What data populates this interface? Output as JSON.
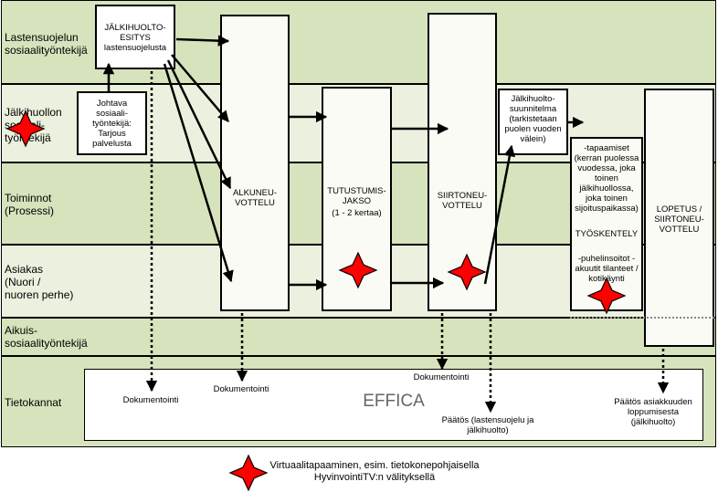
{
  "lanes": [
    {
      "label": "Lastensuojelun sosiaalityöntekijä"
    },
    {
      "label": "Jälkihuollon sosiaali-työntekijä"
    },
    {
      "label": "Toiminnot (Prosessi)"
    },
    {
      "label": "Asiakas (Nuori / nuoren perhe)"
    },
    {
      "label": "Aikuis-sosiaalityöntekijä"
    },
    {
      "label": "Tietokannat"
    }
  ],
  "boxes": {
    "esitys": "JÄLKIHUOLTO-ESITYS lastensuojelusta",
    "johtava": "Johtava sosiaali-työntekijä: Tarjous palvelusta",
    "alkuneuvottelu": "ALKUNEU-VOTTELU",
    "tutustumis": "TUTUSTUMIS-JAKSO",
    "tutustumis_sub": "(1 - 2 kertaa)",
    "siirtoneuvottelu": "SIIRTONEU-VOTTELU",
    "suunnitelma": "Jälkihuolto-suunnitelma (tarkistetaan puolen vuoden välein)",
    "tyoskentely_top": "-tapaamiset (kerran puolessa vuodessa, joka toinen jälkihuollossa, joka toinen sijoituspaikassa)",
    "tyoskentely_title": "TYÖSKENTELY",
    "tyoskentely_bottom": "-puhelinsoitot -akuutit tilanteet / kotikäynti",
    "lopetus": "LOPETUS / SIIRTONEU-VOTTELU"
  },
  "database": {
    "title": "EFFICA",
    "doc1": "Dokumentointi",
    "doc2": "Dokumentointi",
    "doc3": "Dokumentointi",
    "decision1": "Päätös (lastensuojelu ja jälkihuolto)",
    "decision2": "Päätös asiakkuuden loppumisesta (jälkihuolto)"
  },
  "legend": {
    "text": "Virtuaalitapaaminen, esim. tietokonepohjaisella HyvinvointiTV:n välityksellä"
  },
  "colors": {
    "lane_dark": "#d6e3bc",
    "lane_light": "#ebf1de",
    "star": "#ff0000"
  }
}
